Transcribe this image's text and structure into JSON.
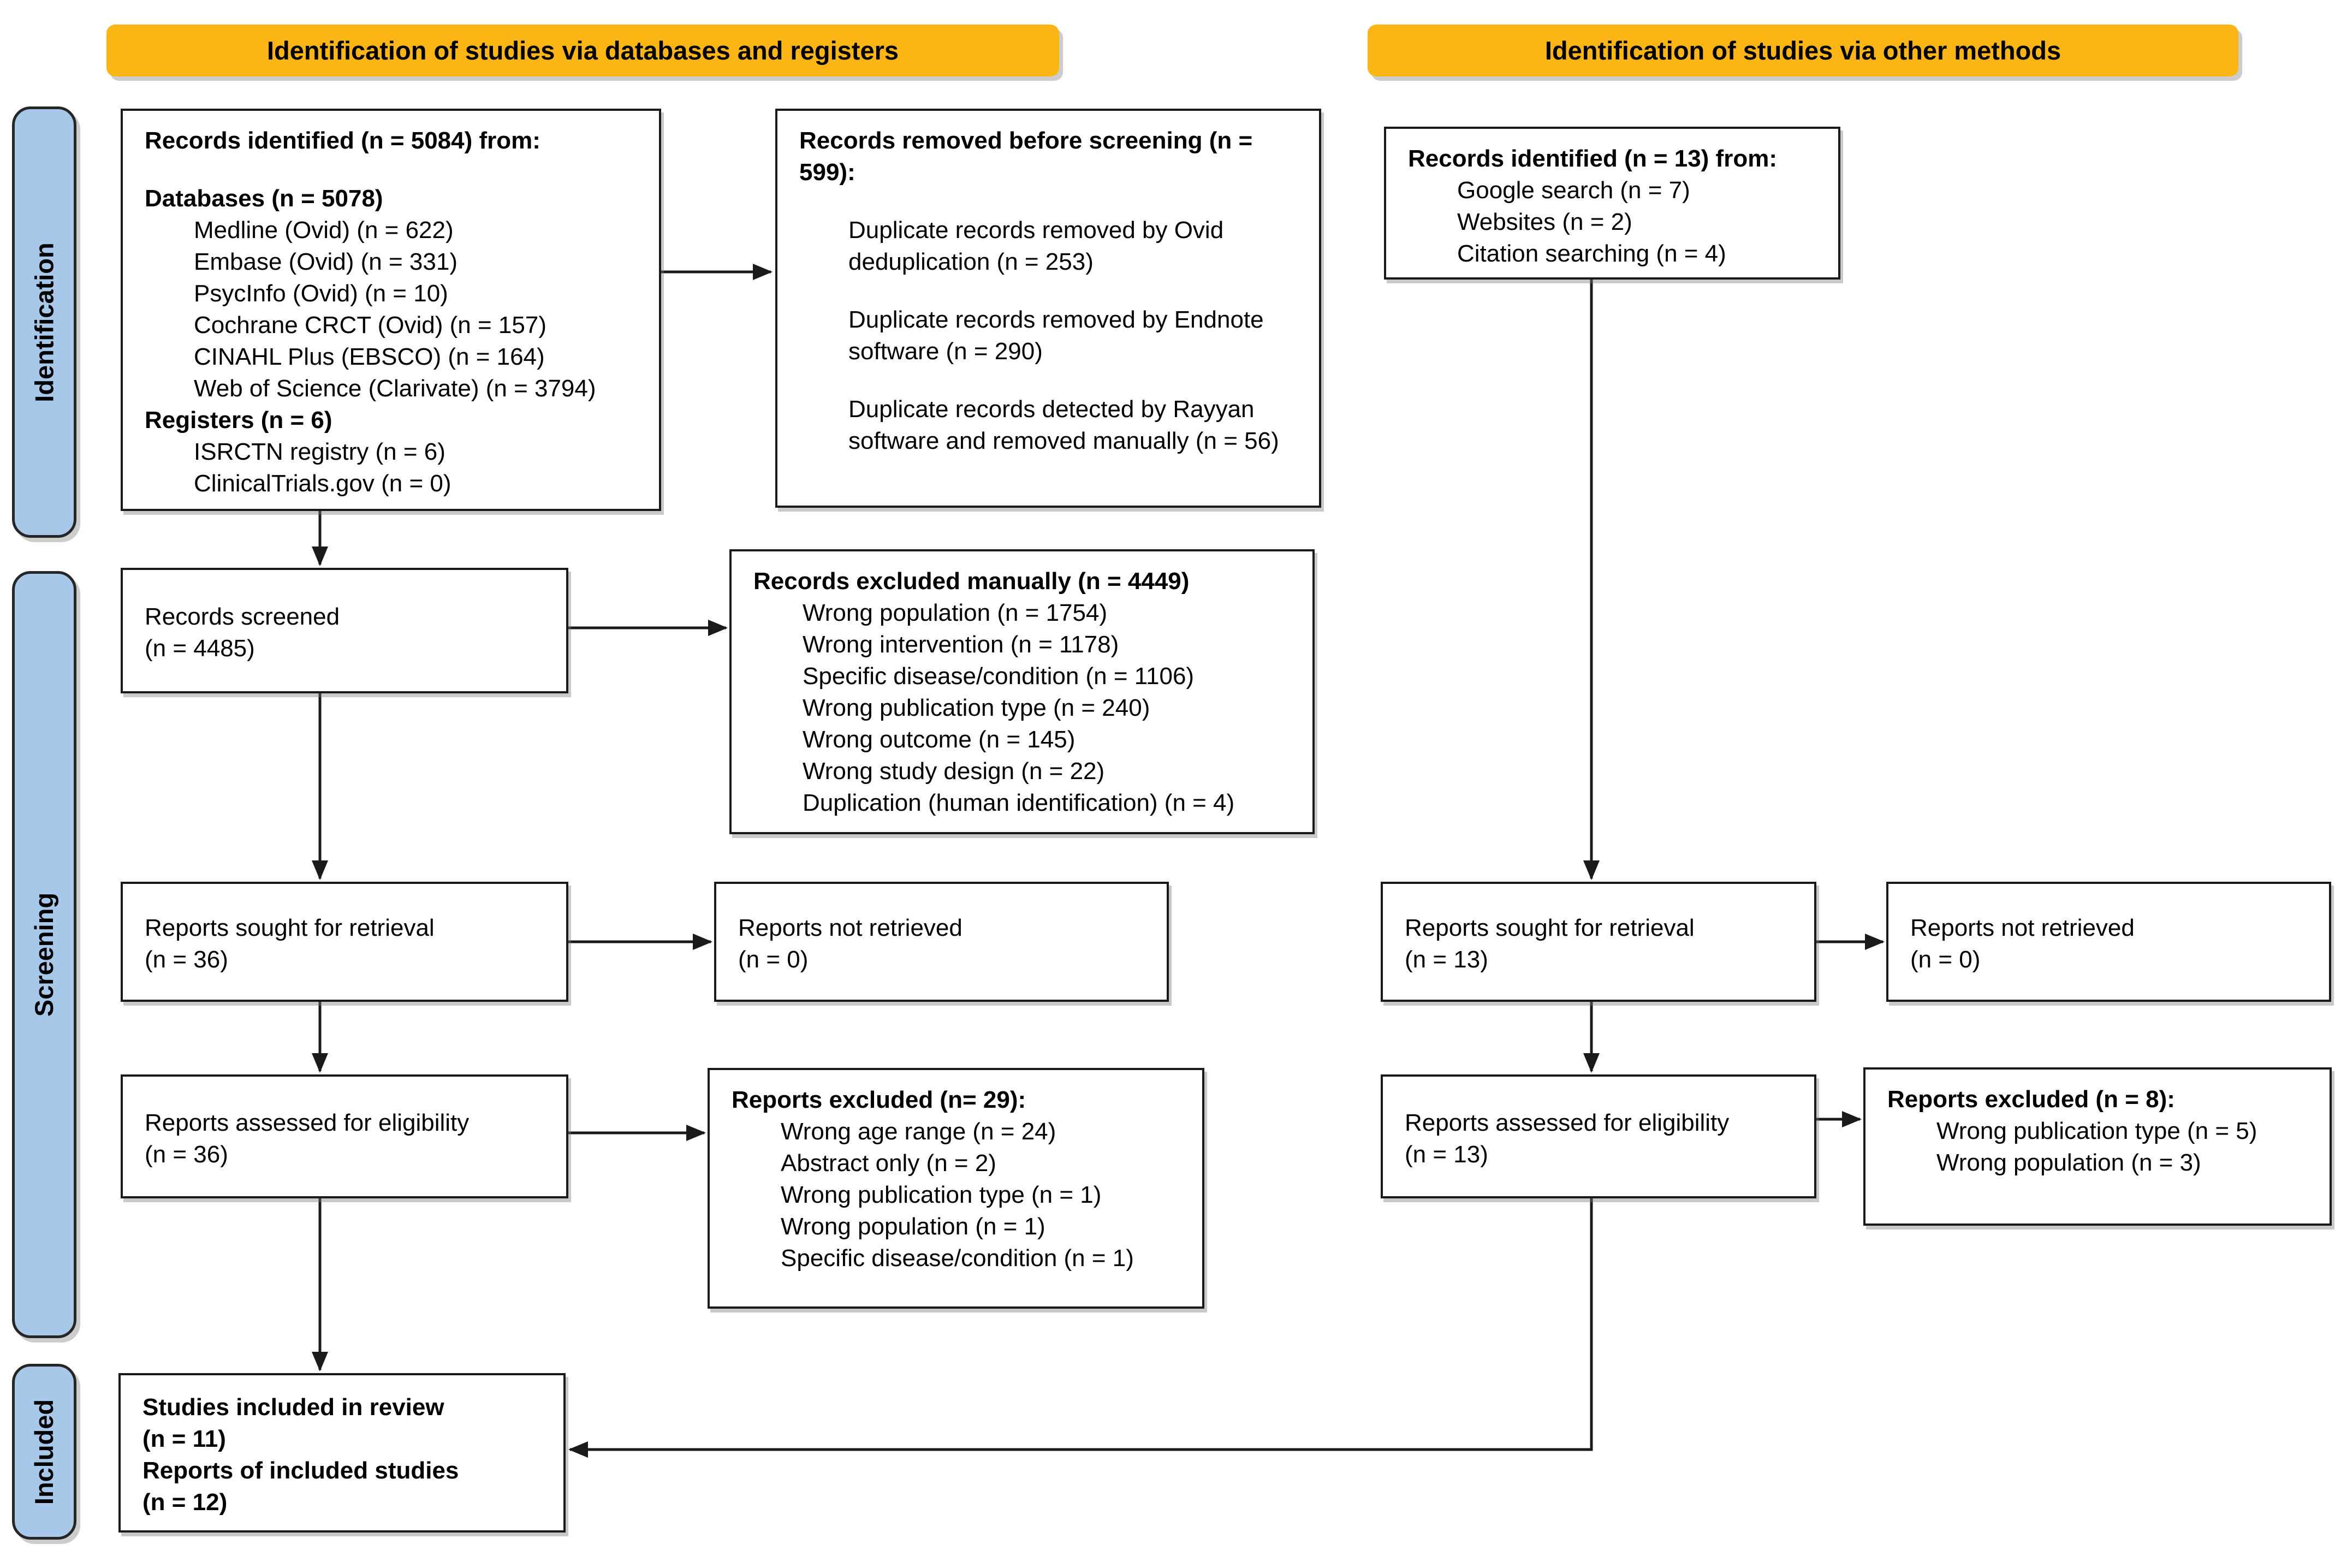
{
  "banners": {
    "databases_label": "Identification of studies via databases and registers",
    "other_label": "Identification of studies via other methods"
  },
  "sidebar": {
    "identification_label": "Identification",
    "screening_label": "Screening",
    "included_label": "Included"
  },
  "colors": {
    "banner_fill": "#FBB615",
    "sidebar_fill": "#A8C8EA",
    "line": "#1A1A1A"
  },
  "boxes": {
    "records_identified_db": {
      "lines": [
        {
          "t": "Records identified (n = 5084) from:",
          "b": true
        },
        {
          "t": "Databases (n = 5078)",
          "b": true,
          "gap": true
        },
        {
          "t": "Medline (Ovid) (n = 622)",
          "i": 1
        },
        {
          "t": "Embase (Ovid) (n = 331)",
          "i": 1
        },
        {
          "t": "PsycInfo (Ovid) (n = 10)",
          "i": 1
        },
        {
          "t": "Cochrane CRCT (Ovid) (n = 157)",
          "i": 1
        },
        {
          "t": "CINAHL Plus (EBSCO) (n = 164)",
          "i": 1
        },
        {
          "t": "Web of Science (Clarivate) (n = 3794)",
          "i": 1
        },
        {
          "t": "Registers (n = 6)",
          "b": true
        },
        {
          "t": "ISRCTN registry (n = 6)",
          "i": 1
        },
        {
          "t": "ClinicalTrials.gov (n = 0)",
          "i": 1
        }
      ]
    },
    "records_removed": {
      "lines": [
        {
          "t": "Records removed before screening (n = 599):",
          "b": true
        },
        {
          "t": "Duplicate records removed by Ovid deduplication (n = 253)",
          "i": 1,
          "gap": true
        },
        {
          "t": "Duplicate records removed by Endnote software (n = 290)",
          "i": 1,
          "gap": true
        },
        {
          "t": "Duplicate records detected by Rayyan software and removed manually (n = 56)",
          "i": 1,
          "gap": true
        }
      ]
    },
    "records_identified_other": {
      "lines": [
        {
          "t": "Records identified (n = 13) from:",
          "b": true
        },
        {
          "t": "Google search (n = 7)",
          "i": 1
        },
        {
          "t": "Websites (n = 2)",
          "i": 1
        },
        {
          "t": "Citation searching (n = 4)",
          "i": 1
        }
      ]
    },
    "records_screened": {
      "lines": [
        {
          "t": "Records screened"
        },
        {
          "t": "(n = 4485)"
        }
      ]
    },
    "records_excluded_manually": {
      "lines": [
        {
          "t": "Records excluded manually (n = 4449)",
          "b": true
        },
        {
          "t": "Wrong population (n = 1754)",
          "i": 1
        },
        {
          "t": "Wrong intervention (n = 1178)",
          "i": 1
        },
        {
          "t": "Specific disease/condition (n = 1106)",
          "i": 1
        },
        {
          "t": "Wrong publication type (n = 240)",
          "i": 1
        },
        {
          "t": "Wrong outcome (n = 145)",
          "i": 1
        },
        {
          "t": "Wrong study design (n = 22)",
          "i": 1
        },
        {
          "t": "Duplication (human identification) (n = 4)",
          "i": 1
        }
      ]
    },
    "reports_sought_db": {
      "lines": [
        {
          "t": "Reports sought for retrieval"
        },
        {
          "t": "(n = 36)"
        }
      ]
    },
    "reports_not_retrieved_db": {
      "lines": [
        {
          "t": "Reports not retrieved"
        },
        {
          "t": "(n = 0)"
        }
      ]
    },
    "reports_assessed_db": {
      "lines": [
        {
          "t": "Reports assessed for eligibility"
        },
        {
          "t": "(n = 36)"
        }
      ]
    },
    "reports_excluded_db": {
      "lines": [
        {
          "t": "Reports excluded (n= 29):",
          "b": true
        },
        {
          "t": "Wrong age range (n = 24)",
          "i": 1
        },
        {
          "t": "Abstract only (n = 2)",
          "i": 1
        },
        {
          "t": "Wrong publication type (n = 1)",
          "i": 1
        },
        {
          "t": "Wrong population (n = 1)",
          "i": 1
        },
        {
          "t": "Specific disease/condition (n = 1)",
          "i": 1
        }
      ]
    },
    "studies_included": {
      "lines": [
        {
          "t": "Studies included in review",
          "b": true
        },
        {
          "t": "(n = 11)",
          "b": true
        },
        {
          "t": "Reports of included studies",
          "b": true
        },
        {
          "t": "(n = 12)",
          "b": true
        }
      ]
    },
    "reports_sought_other": {
      "lines": [
        {
          "t": "Reports sought for retrieval"
        },
        {
          "t": "(n = 13)"
        }
      ]
    },
    "reports_not_retrieved_other": {
      "lines": [
        {
          "t": "Reports not retrieved"
        },
        {
          "t": "(n = 0)"
        }
      ]
    },
    "reports_assessed_other": {
      "lines": [
        {
          "t": "Reports assessed for eligibility"
        },
        {
          "t": "(n = 13)"
        }
      ]
    },
    "reports_excluded_other": {
      "lines": [
        {
          "t": "Reports excluded (n = 8):",
          "b": true
        },
        {
          "t": "Wrong publication type (n = 5)",
          "i": 1
        },
        {
          "t": "Wrong population (n = 3)",
          "i": 1
        }
      ]
    }
  }
}
